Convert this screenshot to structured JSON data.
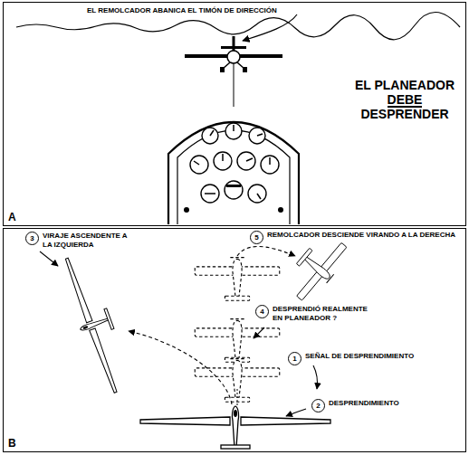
{
  "diagram": {
    "nodes": [
      {
        "text": [
          "A"
        ]
      },
      {
        "text": [
          "B"
        ]
      },
      {
        "text": [
          "3",
          "VIRAJE ASCENDENTE A LA IZQUIERDA"
        ],
        "in": 1
      },
      {
        "text": [
          "5",
          "REMOLCADOR DESCIENDE VIRANDO A LA DERECHA"
        ],
        "in": 1
      },
      {
        "text": [
          "4",
          "DESPRENDIÓ REALMENTE EN PLANEADOR ?"
        ],
        "in": 1
      },
      {
        "text": [
          "1",
          "SEÑAL DE DESPRENDIMIENTO"
        ],
        "in": 1
      },
      {
        "text": [
          "2",
          "DESPRENDIMIENTO"
        ],
        "in": 1
      }
    ],
    "labels": [
      "EL REMOLCADOR ABANICA EL TIMÓN DE DIRECCIÓN",
      "EL PLANEADOR DEBE DESPRENDER"
    ]
  }
}
